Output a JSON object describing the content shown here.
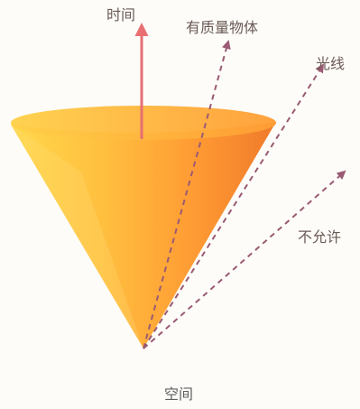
{
  "labels": {
    "time_axis": "时间",
    "massive_object": "有质量物体",
    "light": "光线",
    "not_allowed": "不允许",
    "space": "空间"
  },
  "colors": {
    "cone_light": "#ffd24a",
    "cone_mid": "#ffa435",
    "cone_dark": "#f07a2a",
    "time_arrow": "#e86f73",
    "dashed_arrows": "#9b5a73",
    "text": "#6b5a55"
  }
}
